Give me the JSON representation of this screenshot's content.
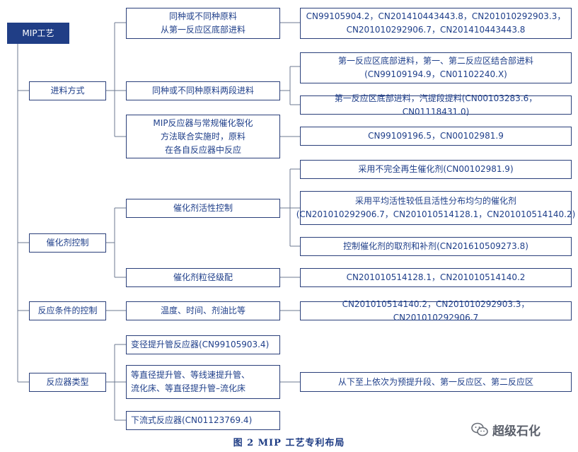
{
  "root": "MIP工艺",
  "categories": {
    "feed": "进料方式",
    "catalyst": "催化剂控制",
    "conditions": "反应条件的控制",
    "reactor": "反应器类型"
  },
  "nodes": {
    "feed_1": [
      "同种或不同种原料",
      "从第一反应区底部进料"
    ],
    "feed_1_patent": [
      "CN99105904.2，CN201410443443.8，CN201010292903.3，",
      "CN201010292906.7，CN201410443443.8"
    ],
    "feed_2": [
      "同种或不同种原料两段进料"
    ],
    "feed_2a": [
      "第一反应区底部进料，第一、第二反应区结合部进料",
      "(CN99109194.9，CN01102240.X)"
    ],
    "feed_2b": [
      "第一反应区底部进料，汽提段提料(CN00103283.6，CN01118431.0)"
    ],
    "feed_3": [
      "MIP反应器与常规催化裂化",
      "方法联合实施时，原料",
      "在各自反应器中反应"
    ],
    "feed_3_patent": [
      "CN99109196.5，CN00102981.9"
    ],
    "cat_1": [
      "催化剂活性控制"
    ],
    "cat_1a": [
      "采用不完全再生催化剂(CN00102981.9)"
    ],
    "cat_1b": [
      "采用平均活性较低且活性分布均匀的催化剂",
      "(CN201010292906.7，CN201010514128.1，CN201010514140.2)"
    ],
    "cat_1c": [
      "控制催化剂的取剂和补剂(CN201610509273.8)"
    ],
    "cat_2": [
      "催化剂粒径级配"
    ],
    "cat_2_patent": [
      "CN201010514128.1，CN201010514140.2"
    ],
    "cond_1": [
      "温度、时间、剂油比等"
    ],
    "cond_1_patent": [
      "CN201010514140.2，CN201010292903.3，CN201010292906.7"
    ],
    "reactor_1": [
      "变径提升管反应器(CN99105903.4)"
    ],
    "reactor_2": [
      "等直径提升管、等线速提升管、",
      "流化床、等直径提升管–流化床"
    ],
    "reactor_2_desc": [
      "从下至上依次为预提升段、第一反应区、第二反应区"
    ],
    "reactor_3": [
      "下流式反应器(CN01123769.4)"
    ]
  },
  "caption": "图 2  MIP 工艺专利布局",
  "watermark": "超级石化"
}
